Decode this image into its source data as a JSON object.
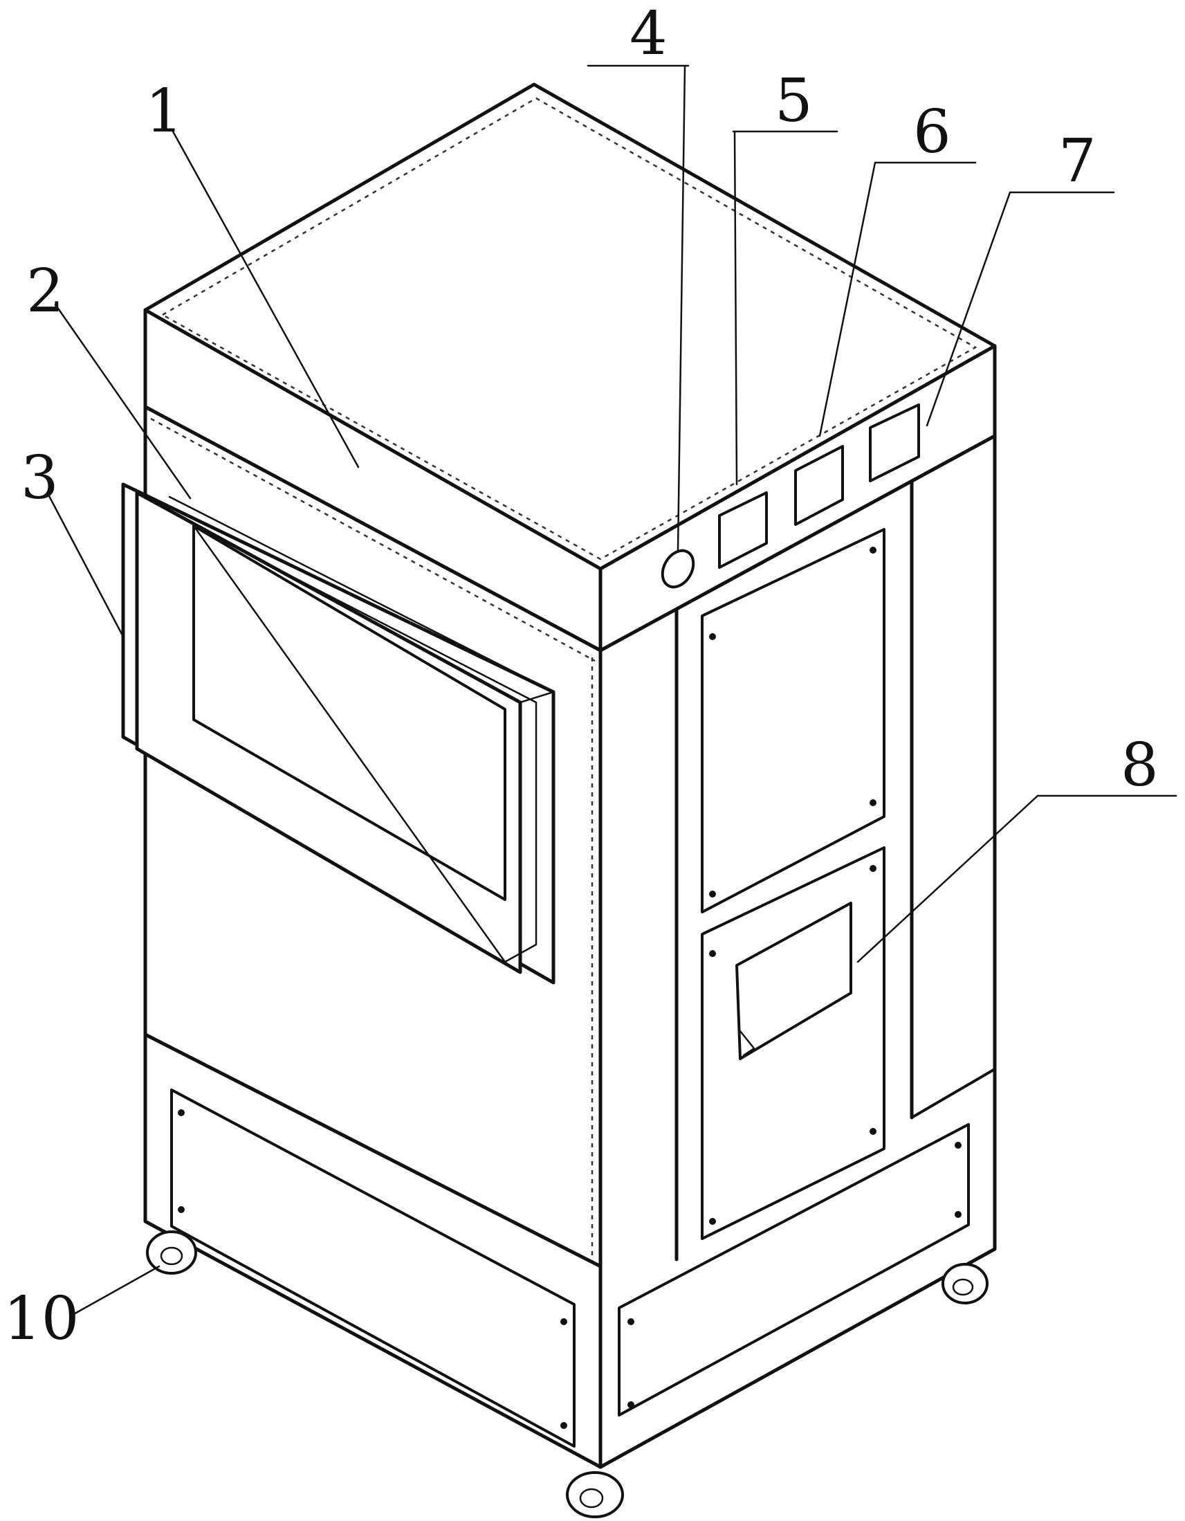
{
  "figure": {
    "callouts": [
      {
        "id": "1",
        "text": "1"
      },
      {
        "id": "2",
        "text": "2"
      },
      {
        "id": "3",
        "text": "3"
      },
      {
        "id": "4",
        "text": "4"
      },
      {
        "id": "5",
        "text": "5"
      },
      {
        "id": "6",
        "text": "6"
      },
      {
        "id": "7",
        "text": "7"
      },
      {
        "id": "8",
        "text": "8"
      },
      {
        "id": "10",
        "text": "10"
      }
    ]
  }
}
